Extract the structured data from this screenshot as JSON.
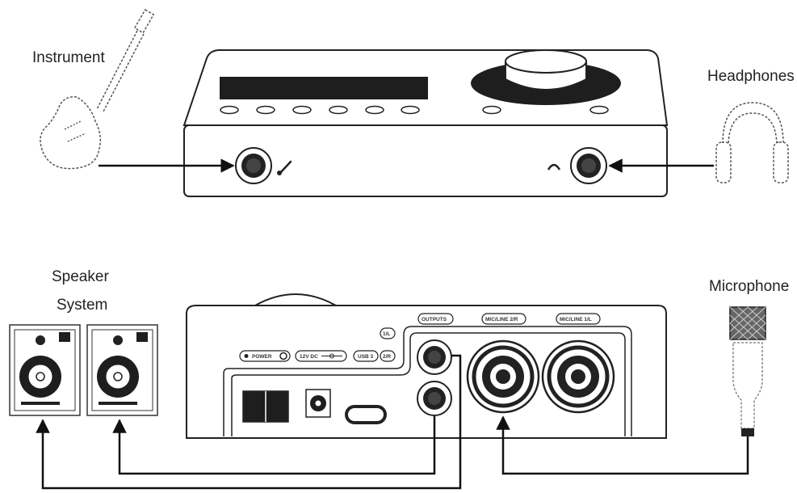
{
  "labels": {
    "instrument": "Instrument",
    "headphones": "Headphones",
    "speaker_line1": "Speaker",
    "speaker_line2": "System",
    "microphone": "Microphone"
  },
  "rear_panel": {
    "outputs": "OUTPUTS",
    "micline_2r": "MIC/LINE 2/R",
    "micline_1l": "MIC/LINE 1/L",
    "power": "POWER",
    "dc_input": "12V DC",
    "usb": "USB 3",
    "out_1l": "1/L",
    "out_2r": "2/R"
  },
  "colors": {
    "line": "#111111",
    "device_fill": "#ffffff",
    "display": "#1e1e1e"
  }
}
